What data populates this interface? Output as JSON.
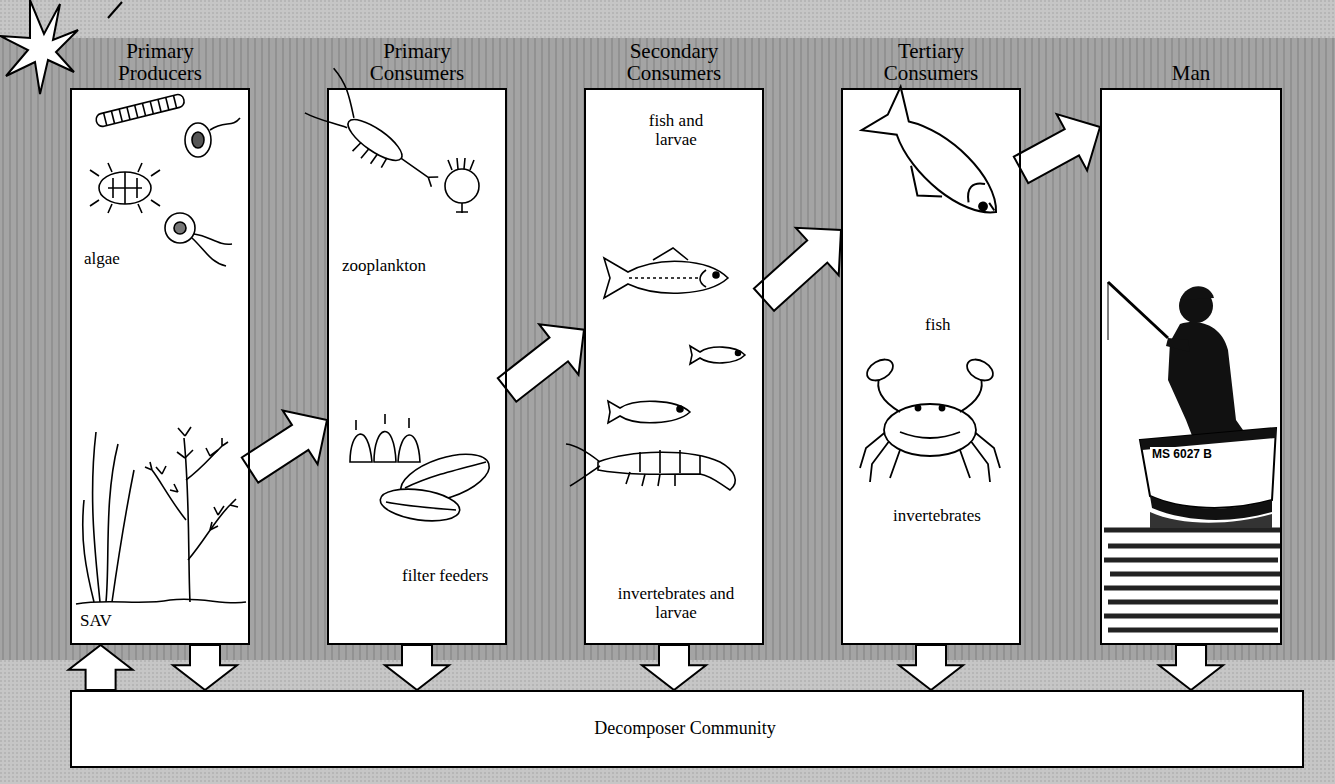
{
  "diagram": {
    "nodes": [
      {
        "text": [
          "Primary Producers",
          "algae",
          "SAV"
        ]
      },
      {
        "text": [
          "Primary Consumers",
          "zooplankton",
          "filter feeders"
        ]
      },
      {
        "text": [
          "Secondary Consumers",
          "fish and larvae",
          "invertebrates and larvae"
        ]
      },
      {
        "text": [
          "Tertiary Consumers",
          "fish",
          "invertebrates"
        ]
      },
      {
        "text": [
          "Man"
        ]
      },
      {
        "text": [
          "Decomposer Community"
        ]
      }
    ],
    "edges": [
      {
        "from": 0,
        "to": 1,
        "arrow": "to"
      },
      {
        "from": 1,
        "to": 2,
        "arrow": "to"
      },
      {
        "from": 2,
        "to": 3,
        "arrow": "to"
      },
      {
        "from": 3,
        "to": 4,
        "arrow": "to"
      },
      {
        "from": 0,
        "to": 5,
        "arrow": "to"
      },
      {
        "from": 1,
        "to": 5,
        "arrow": "to"
      },
      {
        "from": 2,
        "to": 5,
        "arrow": "to"
      },
      {
        "from": 3,
        "to": 5,
        "arrow": "to"
      },
      {
        "from": 4,
        "to": 5,
        "arrow": "to"
      },
      {
        "from": 5,
        "to": 0,
        "arrow": "to"
      }
    ],
    "labels": [
      "MS 6027 B"
    ]
  }
}
